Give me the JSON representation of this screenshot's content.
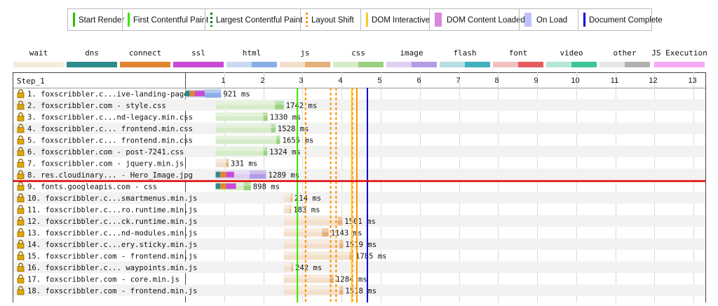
{
  "legend_markers": [
    {
      "label": "Start Render",
      "color": "#28bc00",
      "style": "solid"
    },
    {
      "label": "First Contentful Paint",
      "color": "#39e600",
      "style": "solid"
    },
    {
      "label": "Largest Contentful Paint",
      "color": "#008000",
      "style": "dashed"
    },
    {
      "label": "Layout Shift",
      "color": "#ff9200",
      "style": "dashed"
    },
    {
      "label": "DOM Interactive",
      "color": "#ffc61e",
      "style": "solid"
    },
    {
      "label": "DOM Content Loaded",
      "color": "#d888df",
      "style": "box"
    },
    {
      "label": "On Load",
      "color": "#c0c0ff",
      "style": "box"
    },
    {
      "label": "Document Complete",
      "color": "#0000d9",
      "style": "solid"
    }
  ],
  "legend_types": [
    {
      "label": "wait",
      "c1": "#f2ecda",
      "c2": "#f2ecda"
    },
    {
      "label": "dns",
      "c1": "#2c8c8c",
      "c2": "#2c8c8c"
    },
    {
      "label": "connect",
      "c1": "#e0852e",
      "c2": "#e0852e"
    },
    {
      "label": "ssl",
      "c1": "#c94ad6",
      "c2": "#c94ad6"
    },
    {
      "label": "html",
      "c1": "#c9d9f2",
      "c2": "#8aaee6"
    },
    {
      "label": "js",
      "c1": "#f2e0cc",
      "c2": "#e3b07a"
    },
    {
      "label": "css",
      "c1": "#d6ecc9",
      "c2": "#9bd17e"
    },
    {
      "label": "image",
      "c1": "#ddd0f2",
      "c2": "#b39be6"
    },
    {
      "label": "flash",
      "c1": "#b8dde3",
      "c2": "#40b0bf"
    },
    {
      "label": "font",
      "c1": "#f2c2c2",
      "c2": "#e65c5c"
    },
    {
      "label": "video",
      "c1": "#b8e6d6",
      "c2": "#3dc49b"
    },
    {
      "label": "other",
      "c1": "#e6e6e6",
      "c2": "#b0b0b0"
    },
    {
      "label": "JS Execution",
      "c1": "#f7a8f7",
      "c2": "#f7a8f7"
    }
  ],
  "chart_data": {
    "type": "waterfall",
    "step_label": "Step_1",
    "xlim": [
      0,
      13.3
    ],
    "x_ticks": [
      1,
      2,
      3,
      4,
      5,
      6,
      7,
      8,
      9,
      10,
      11,
      12,
      13
    ],
    "markers": [
      {
        "name": "First Contentful Paint",
        "x": 2.87,
        "color": "#39e600",
        "style": "solid"
      },
      {
        "name": "Layout Shift",
        "x": 3.08,
        "color": "#ff9200",
        "style": "dashed"
      },
      {
        "name": "Layout Shift",
        "x": 3.72,
        "color": "#ff9200",
        "style": "dashed"
      },
      {
        "name": "Layout Shift",
        "x": 3.86,
        "color": "#ff9200",
        "style": "dashed"
      },
      {
        "name": "Layout Shift",
        "x": 4.28,
        "color": "#ff9200",
        "style": "dashed"
      },
      {
        "name": "DOM Interactive",
        "x": 4.26,
        "color": "#ffc61e",
        "style": "solid"
      },
      {
        "name": "Layout Shift",
        "x": 4.39,
        "color": "#ff9200",
        "style": "solid"
      },
      {
        "name": "Document Complete",
        "x": 4.66,
        "color": "#0000d9",
        "style": "solid"
      }
    ],
    "requests": [
      {
        "label": "1. foxscribbler.c...ive-landing-page/",
        "type": "html",
        "start": 0.0,
        "ttfb": 0.5,
        "end": 0.92,
        "duration": "921 ms",
        "phases": [
          [
            0.0,
            0.12,
            "#2c8c8c"
          ],
          [
            0.12,
            0.25,
            "#e0852e"
          ],
          [
            0.25,
            0.5,
            "#c94ad6"
          ]
        ]
      },
      {
        "label": "2. foxscribbler.com - style.css",
        "type": "css",
        "start": 0.78,
        "ttfb": 2.3,
        "end": 2.52,
        "duration": "1742 ms",
        "phases": []
      },
      {
        "label": "3. foxscribbler.c...nd-legacy.min.css",
        "type": "css",
        "start": 0.78,
        "ttfb": 2.0,
        "end": 2.11,
        "duration": "1330 ms",
        "phases": []
      },
      {
        "label": "4. foxscribbler.c... frontend.min.css",
        "type": "css",
        "start": 0.78,
        "ttfb": 2.2,
        "end": 2.31,
        "duration": "1528 ms",
        "phases": []
      },
      {
        "label": "5. foxscribbler.c... frontend.min.css",
        "type": "css",
        "start": 0.78,
        "ttfb": 2.33,
        "end": 2.43,
        "duration": "1655 ms",
        "phases": []
      },
      {
        "label": "6. foxscribbler.com - post-7241.css",
        "type": "css",
        "start": 0.78,
        "ttfb": 2.0,
        "end": 2.1,
        "duration": "1324 ms",
        "phases": []
      },
      {
        "label": "7. foxscribbler.com - jquery.min.js",
        "type": "js",
        "start": 0.78,
        "ttfb": 1.05,
        "end": 1.11,
        "duration": "331 ms",
        "phases": []
      },
      {
        "label": "8. res.cloudinary... - Hero_Image.jpg",
        "type": "image",
        "start": 0.78,
        "ttfb": 1.65,
        "end": 2.07,
        "duration": "1289 ms",
        "phases": [
          [
            0.78,
            0.9,
            "#2c8c8c"
          ],
          [
            0.9,
            1.05,
            "#e0852e"
          ],
          [
            1.05,
            1.25,
            "#c94ad6"
          ]
        ]
      },
      {
        "label": "9. fonts.googleapis.com - css",
        "type": "css",
        "start": 0.78,
        "ttfb": 1.5,
        "end": 1.68,
        "duration": "898 ms",
        "phases": [
          [
            0.78,
            0.9,
            "#2c8c8c"
          ],
          [
            0.9,
            1.05,
            "#e0852e"
          ],
          [
            1.05,
            1.3,
            "#c94ad6"
          ]
        ]
      },
      {
        "label": "10. foxscribbler.c...smartmenus.min.js",
        "type": "js",
        "start": 2.52,
        "ttfb": 2.7,
        "end": 2.74,
        "duration": "214 ms",
        "phases": []
      },
      {
        "label": "11. foxscribbler.c...ro.runtime.min.js",
        "type": "js",
        "start": 2.52,
        "ttfb": 2.68,
        "end": 2.71,
        "duration": "183 ms",
        "phases": []
      },
      {
        "label": "12. foxscribbler.c...ck.runtime.min.js",
        "type": "js",
        "start": 2.52,
        "ttfb": 3.9,
        "end": 4.02,
        "duration": "1501 ms",
        "phases": []
      },
      {
        "label": "13. foxscribbler.c...nd-modules.min.js",
        "type": "js",
        "start": 2.52,
        "ttfb": 3.5,
        "end": 3.67,
        "duration": "1143 ms",
        "phases": []
      },
      {
        "label": "14. foxscribbler.c...ery.sticky.min.js",
        "type": "js",
        "start": 2.52,
        "ttfb": 3.95,
        "end": 4.04,
        "duration": "1519 ms",
        "phases": []
      },
      {
        "label": "15. foxscribbler.com - frontend.min.js",
        "type": "js",
        "start": 2.52,
        "ttfb": 4.2,
        "end": 4.3,
        "duration": "1785 ms",
        "phases": []
      },
      {
        "label": "16. foxscribbler.c... waypoints.min.js",
        "type": "js",
        "start": 2.52,
        "ttfb": 2.72,
        "end": 2.76,
        "duration": "242 ms",
        "phases": []
      },
      {
        "label": "17. foxscribbler.com - core.min.js",
        "type": "js",
        "start": 2.52,
        "ttfb": 3.7,
        "end": 3.8,
        "duration": "1284 ms",
        "phases": []
      },
      {
        "label": "18. foxscribbler.com - frontend.min.js",
        "type": "js",
        "start": 2.52,
        "ttfb": 3.95,
        "end": 4.04,
        "duration": "1518 ms",
        "phases": []
      }
    ]
  }
}
